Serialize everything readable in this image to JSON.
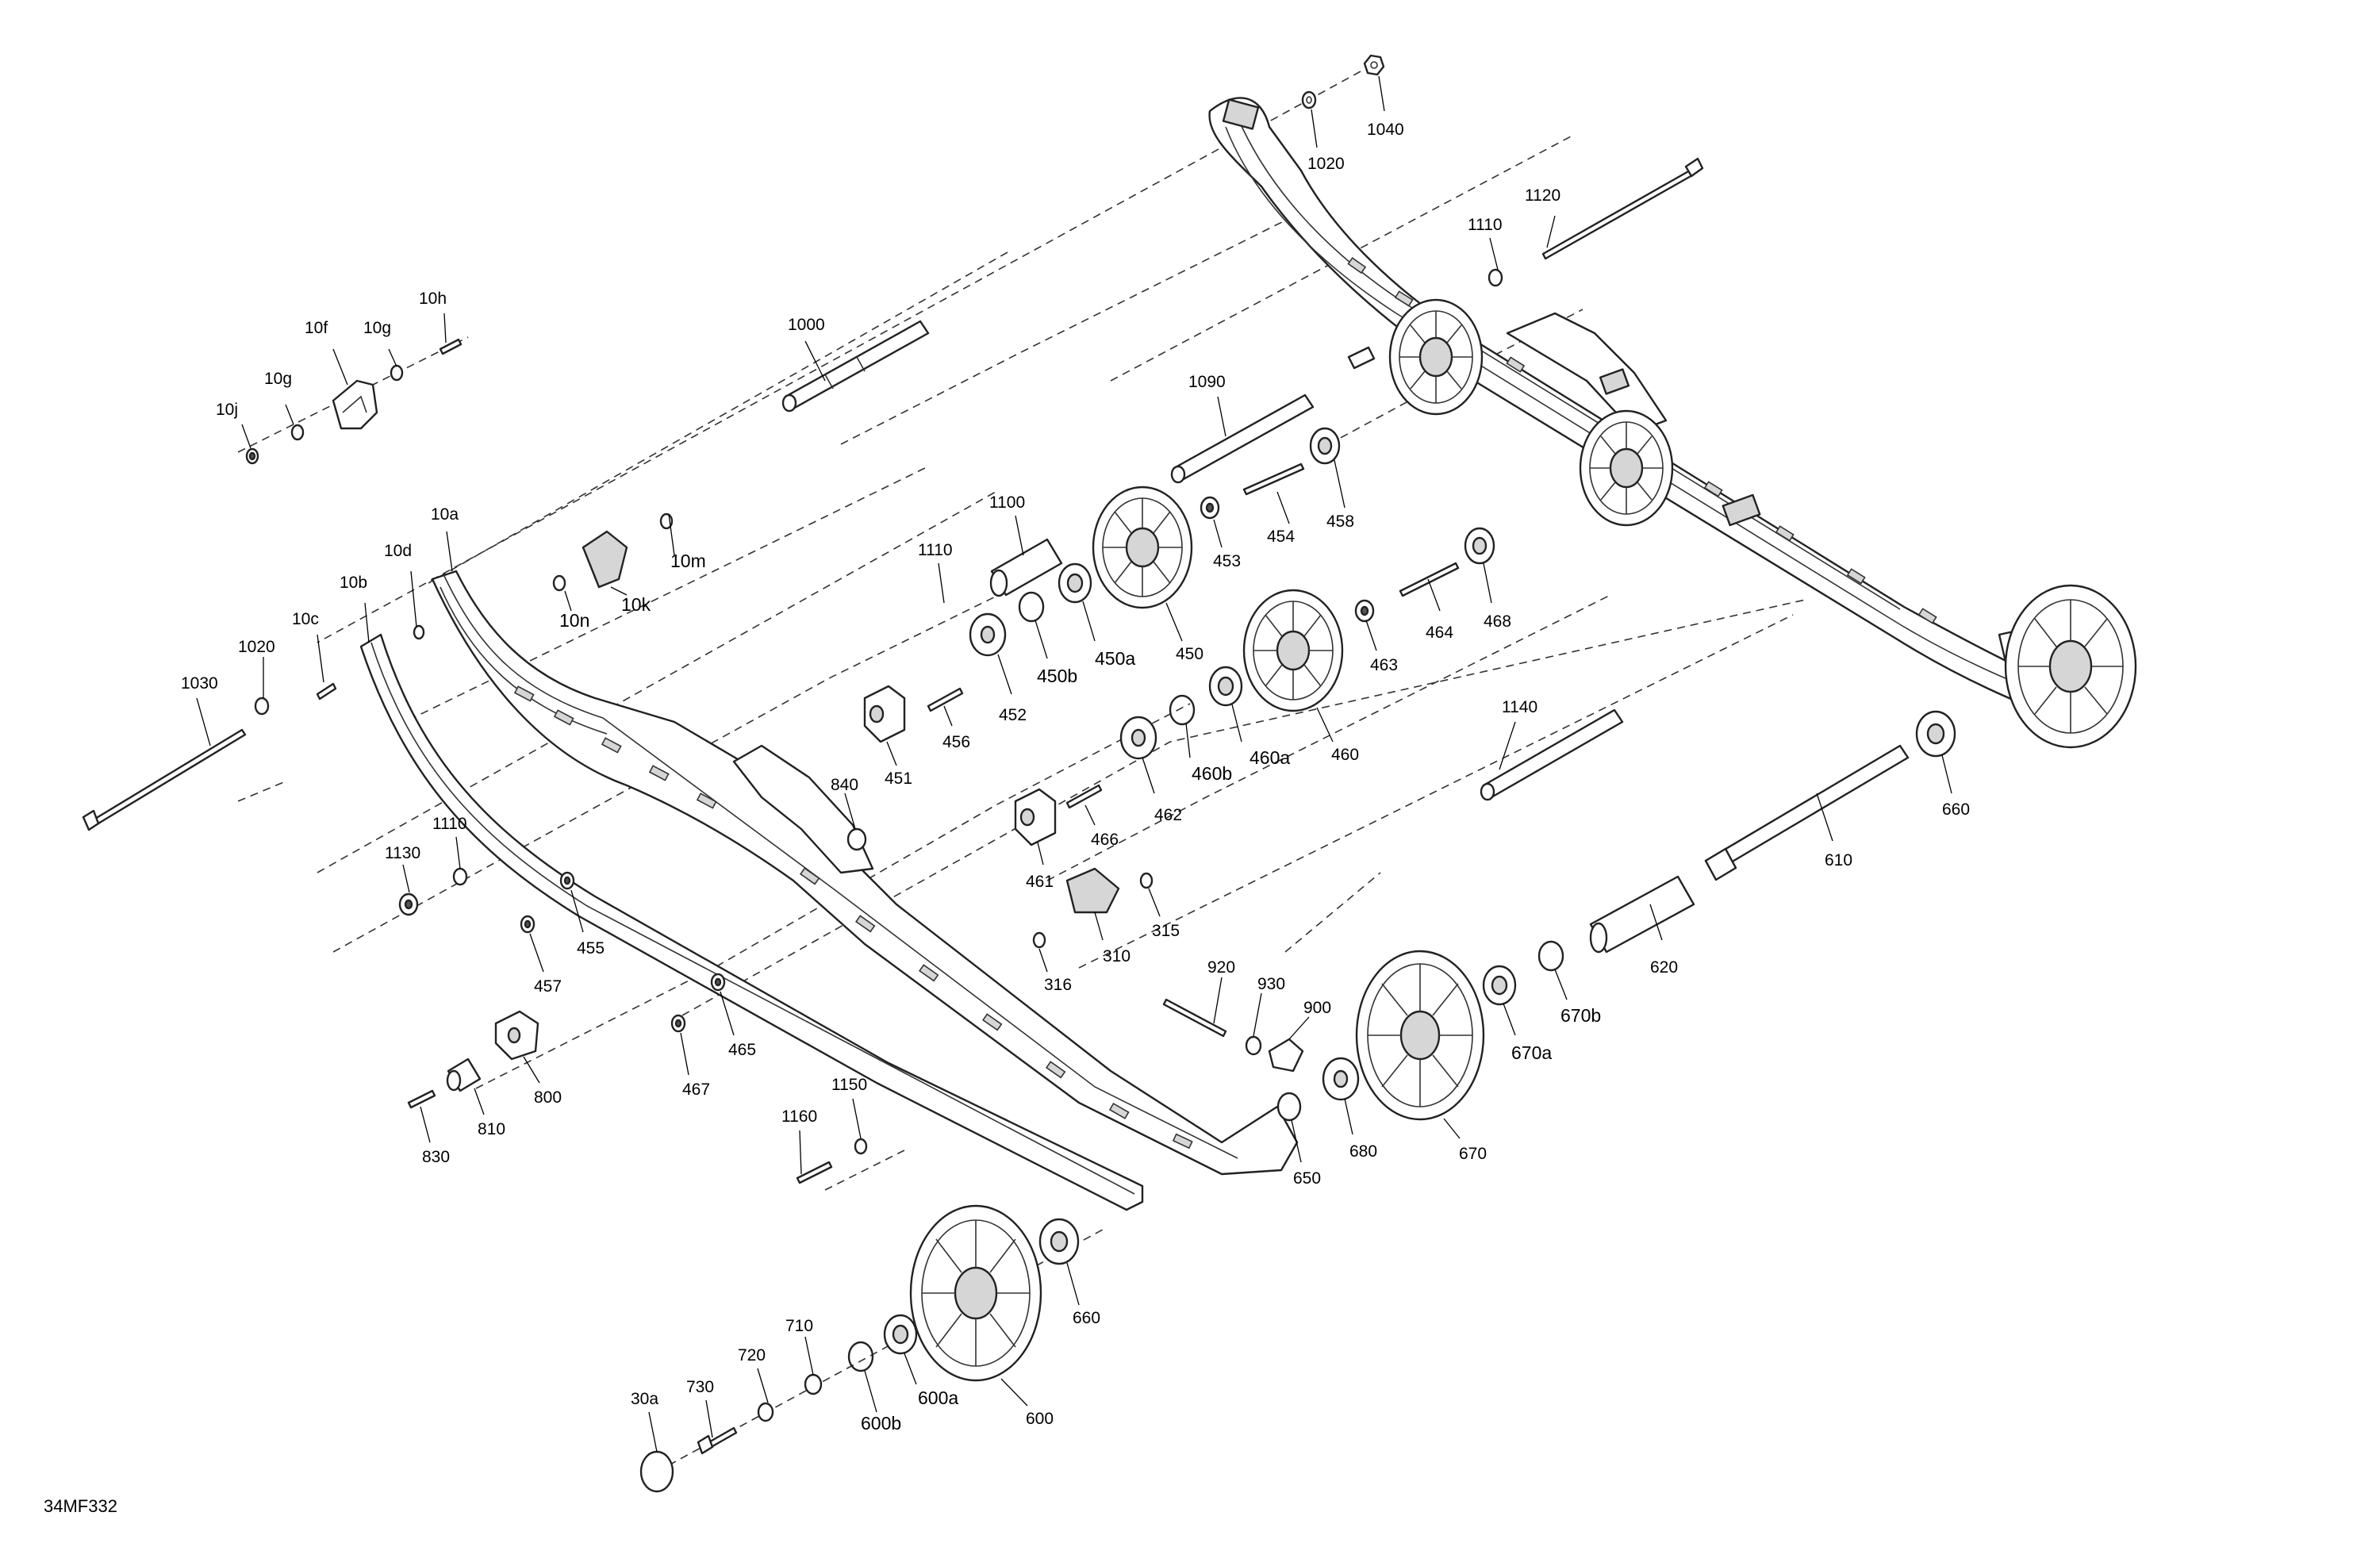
{
  "diagram": {
    "reference_code": "34MF332",
    "part_labels": [
      {
        "id": "1040",
        "text": "1040"
      },
      {
        "id": "1020a",
        "text": "1020"
      },
      {
        "id": "1120",
        "text": "1120"
      },
      {
        "id": "1110a",
        "text": "1110"
      },
      {
        "id": "1000",
        "text": "1000"
      },
      {
        "id": "10h",
        "text": "10h"
      },
      {
        "id": "10f",
        "text": "10f"
      },
      {
        "id": "10ga",
        "text": "10g"
      },
      {
        "id": "10gb",
        "text": "10g"
      },
      {
        "id": "10j",
        "text": "10j"
      },
      {
        "id": "1090",
        "text": "1090"
      },
      {
        "id": "10a",
        "text": "10a"
      },
      {
        "id": "10d",
        "text": "10d"
      },
      {
        "id": "10b",
        "text": "10b"
      },
      {
        "id": "10m",
        "text": "10m"
      },
      {
        "id": "10n",
        "text": "10n"
      },
      {
        "id": "10k",
        "text": "10k"
      },
      {
        "id": "10c",
        "text": "10c"
      },
      {
        "id": "1020b",
        "text": "1020"
      },
      {
        "id": "1030",
        "text": "1030"
      },
      {
        "id": "1100",
        "text": "1100"
      },
      {
        "id": "1110b",
        "text": "1110"
      },
      {
        "id": "454",
        "text": "454"
      },
      {
        "id": "458",
        "text": "458"
      },
      {
        "id": "453",
        "text": "453"
      },
      {
        "id": "450",
        "text": "450"
      },
      {
        "id": "450a",
        "text": "450a"
      },
      {
        "id": "450b",
        "text": "450b"
      },
      {
        "id": "452",
        "text": "452"
      },
      {
        "id": "451",
        "text": "451"
      },
      {
        "id": "456",
        "text": "456"
      },
      {
        "id": "464",
        "text": "464"
      },
      {
        "id": "468",
        "text": "468"
      },
      {
        "id": "463",
        "text": "463"
      },
      {
        "id": "460",
        "text": "460"
      },
      {
        "id": "460a",
        "text": "460a"
      },
      {
        "id": "460b",
        "text": "460b"
      },
      {
        "id": "462",
        "text": "462"
      },
      {
        "id": "461",
        "text": "461"
      },
      {
        "id": "466",
        "text": "466"
      },
      {
        "id": "1140",
        "text": "1140"
      },
      {
        "id": "660a",
        "text": "660"
      },
      {
        "id": "610",
        "text": "610"
      },
      {
        "id": "620",
        "text": "620"
      },
      {
        "id": "670b",
        "text": "670b"
      },
      {
        "id": "670a",
        "text": "670a"
      },
      {
        "id": "670",
        "text": "670"
      },
      {
        "id": "680",
        "text": "680"
      },
      {
        "id": "650",
        "text": "650"
      },
      {
        "id": "900",
        "text": "900"
      },
      {
        "id": "930",
        "text": "930"
      },
      {
        "id": "920",
        "text": "920"
      },
      {
        "id": "840",
        "text": "840"
      },
      {
        "id": "1130",
        "text": "1130"
      },
      {
        "id": "1110c",
        "text": "1110"
      },
      {
        "id": "455",
        "text": "455"
      },
      {
        "id": "457",
        "text": "457"
      },
      {
        "id": "310",
        "text": "310"
      },
      {
        "id": "315",
        "text": "315"
      },
      {
        "id": "316",
        "text": "316"
      },
      {
        "id": "465",
        "text": "465"
      },
      {
        "id": "467",
        "text": "467"
      },
      {
        "id": "800",
        "text": "800"
      },
      {
        "id": "810",
        "text": "810"
      },
      {
        "id": "830",
        "text": "830"
      },
      {
        "id": "1150",
        "text": "1150"
      },
      {
        "id": "1160",
        "text": "1160"
      },
      {
        "id": "660b",
        "text": "660"
      },
      {
        "id": "600",
        "text": "600"
      },
      {
        "id": "600a",
        "text": "600a"
      },
      {
        "id": "600b",
        "text": "600b"
      },
      {
        "id": "710",
        "text": "710"
      },
      {
        "id": "720",
        "text": "720"
      },
      {
        "id": "730",
        "text": "730"
      },
      {
        "id": "30a",
        "text": "30a"
      }
    ]
  }
}
